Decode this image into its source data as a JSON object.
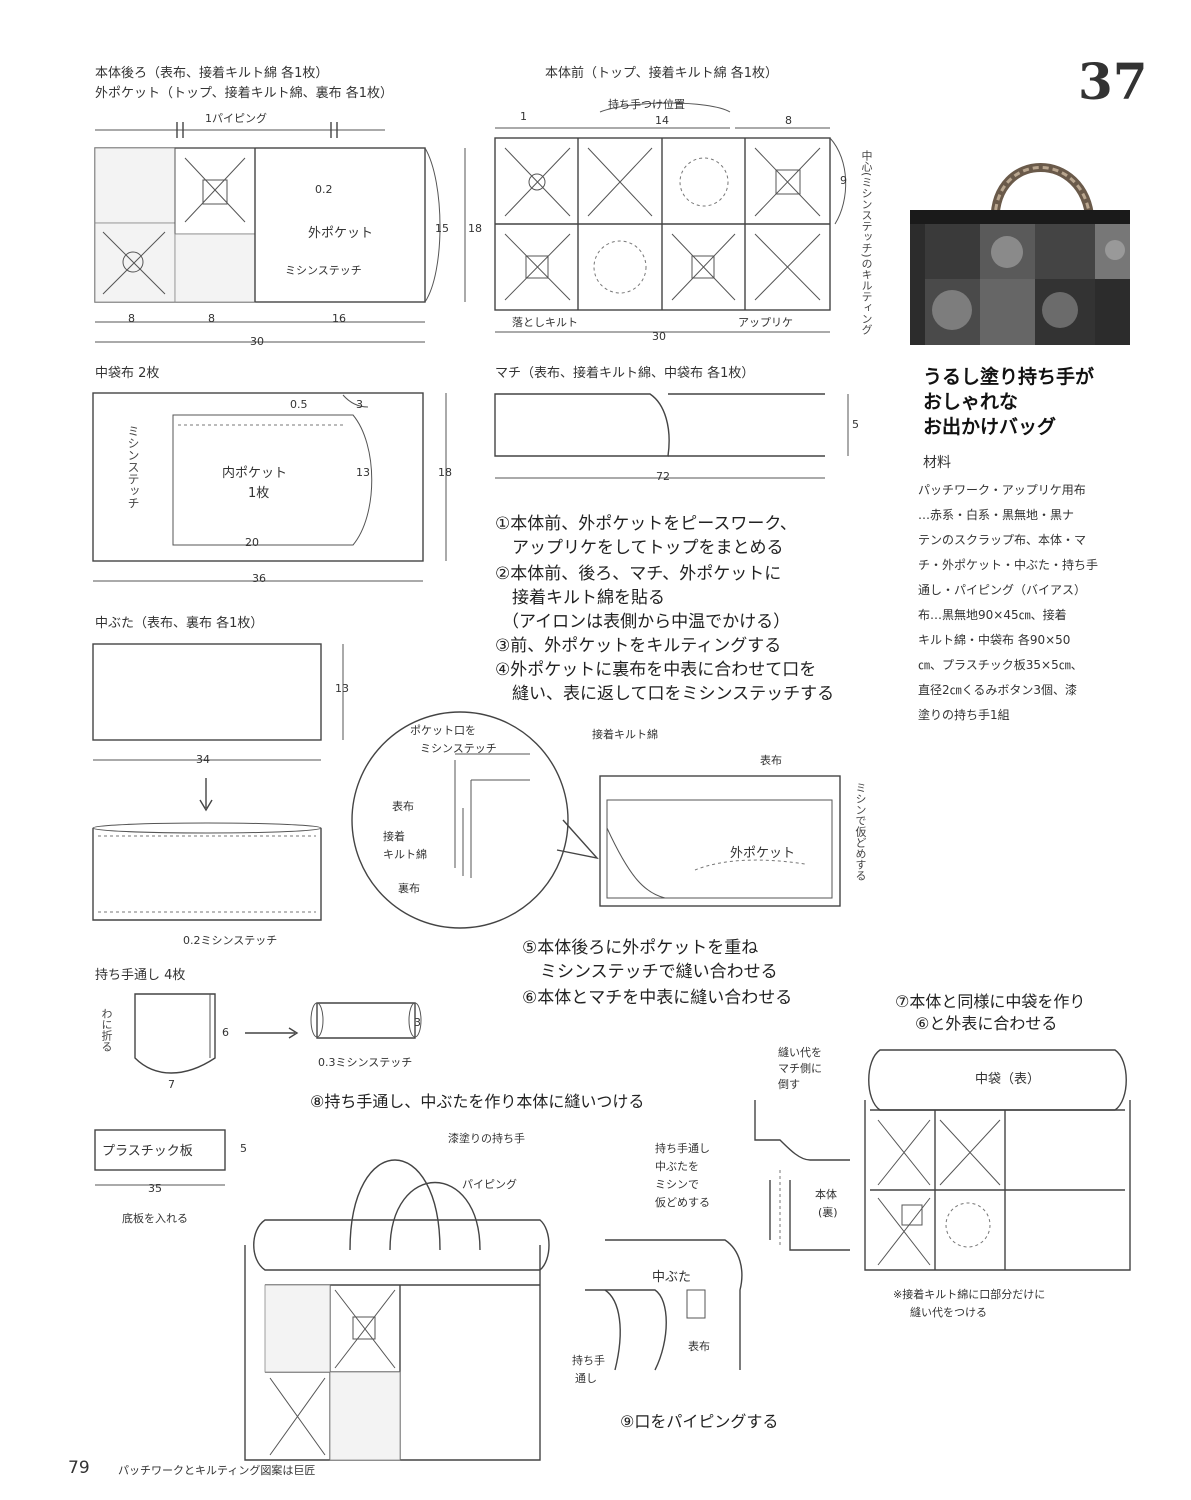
{
  "page_number_badge": "37",
  "diagrams": {
    "back_body": {
      "title_line1": "本体後ろ（表布、接着キルト綿 各1枚）",
      "title_line2": "外ポケット（トップ、接着キルト綿、裏布 各1枚）",
      "piping_label": "1パイピング",
      "pocket_label": "外ポケット",
      "point_label": "0.2",
      "stitch_label": "ミシンステッチ",
      "dim_8a": "8",
      "dim_8b": "8",
      "dim_16": "16",
      "dim_30": "30",
      "dim_15": "15",
      "dim_18": "18"
    },
    "front_body": {
      "title": "本体前（トップ、接着キルト綿 各1枚）",
      "handle_label": "持ち手つけ位置",
      "dim_1": "1",
      "dim_14": "14",
      "dim_8": "8",
      "dim_9": "9",
      "dim_30": "30",
      "reverse_applique": "落としキルト",
      "applique": "アップリケ",
      "side_note": "中心(ミシンステッチ)のキルティング"
    },
    "inner_bag": {
      "title": "中袋布 2枚",
      "dim_05": "0.5",
      "dim_3": "3",
      "pocket_label": "内ポケット",
      "pocket_count": "1枚",
      "dim_13": "13",
      "dim_20": "20",
      "dim_36": "36",
      "dim_18": "18",
      "side_label": "ミシンステッチ"
    },
    "gusset": {
      "title": "マチ（表布、接着キルト綿、中袋布 各1枚）",
      "dim_5": "5",
      "dim_72": "72"
    },
    "lid": {
      "title": "中ぶた（表布、裏布 各1枚）",
      "dim_13": "13",
      "dim_34": "34",
      "stitch_label": "0.2ミシンステッチ"
    },
    "handle_loop": {
      "title": "持ち手通し 4枚",
      "dim_6": "6",
      "dim_7": "7",
      "side_label": "わに折る",
      "stitch_label": "0.3ミシンステッチ",
      "dim_3": "3"
    },
    "detail_zoom": {
      "label1": "ポケット口を",
      "label2": "ミシンステッチ",
      "label3": "表布",
      "label4": "接着",
      "label5": "キルト綿",
      "label6": "裏布",
      "top_label": "接着キルト綿",
      "front_label": "表布",
      "pocket_label": "外ポケット",
      "side_label": "ミシンで仮どめする"
    },
    "plastic": {
      "label": "プラスチック板",
      "dim_35": "35",
      "dim_5": "5",
      "insert_label": "底板を入れる"
    },
    "assembly": {
      "handle_label": "漆塗りの持ち手",
      "piping_label": "パイピング",
      "lid_label": "中ぶた",
      "loop_label1": "持ち手通し",
      "loop_label2": "中ぶたを",
      "loop_label3": "ミシンで",
      "loop_label4": "仮どめする",
      "front_label": "表布",
      "loop_label5": "持ち手",
      "loop_label6": "通し",
      "body_label": "本体",
      "body_label2": "(裏)",
      "seam_label1": "縫い代を",
      "seam_label2": "マチ側に",
      "seam_label3": "倒す",
      "inner_label": "中袋（表）",
      "footnote1": "※接着キルト綿に口部分だけに",
      "footnote2": "縫い代をつける"
    }
  },
  "steps": {
    "s1a": "①本体前、外ポケットをピースワーク、",
    "s1b": "アップリケをしてトップをまとめる",
    "s2a": "②本体前、後ろ、マチ、外ポケットに",
    "s2b": "接着キルト綿を貼る",
    "s2c": "（アイロンは表側から中温でかける）",
    "s3": "③前、外ポケットをキルティングする",
    "s4a": "④外ポケットに裏布を中表に合わせて口を",
    "s4b": "縫い、表に返して口をミシンステッチする",
    "s5a": "⑤本体後ろに外ポケットを重ね",
    "s5b": "ミシンステッチで縫い合わせる",
    "s6": "⑥本体とマチを中表に縫い合わせる",
    "s7a": "⑦本体と同様に中袋を作り",
    "s7b": "⑥と外表に合わせる",
    "s8": "⑧持ち手通し、中ぶたを作り本体に縫いつける",
    "s9": "⑨口をパイピングする"
  },
  "sidebar": {
    "title1": "うるし塗り持ち手が",
    "title2": "おしゃれな",
    "title3": "お出かけバッグ",
    "materials_label": "材料",
    "materials": [
      "パッチワーク・アップリケ用布",
      "…赤系・白系・黒無地・黒ナ",
      "テンのスクラップ布、本体・マ",
      "チ・外ポケット・中ぶた・持ち手",
      "通し・パイピング（バイアス）",
      "布…黒無地90×45㎝、接着",
      "キルト綿・中袋布 各90×50",
      "㎝、プラスチック板35×5㎝、",
      "直径2㎝くるみボタン3個、漆",
      "塗りの持ち手1組"
    ]
  },
  "footer": {
    "page": "79",
    "text": "パッチワークとキルティング図案は巨匠"
  }
}
